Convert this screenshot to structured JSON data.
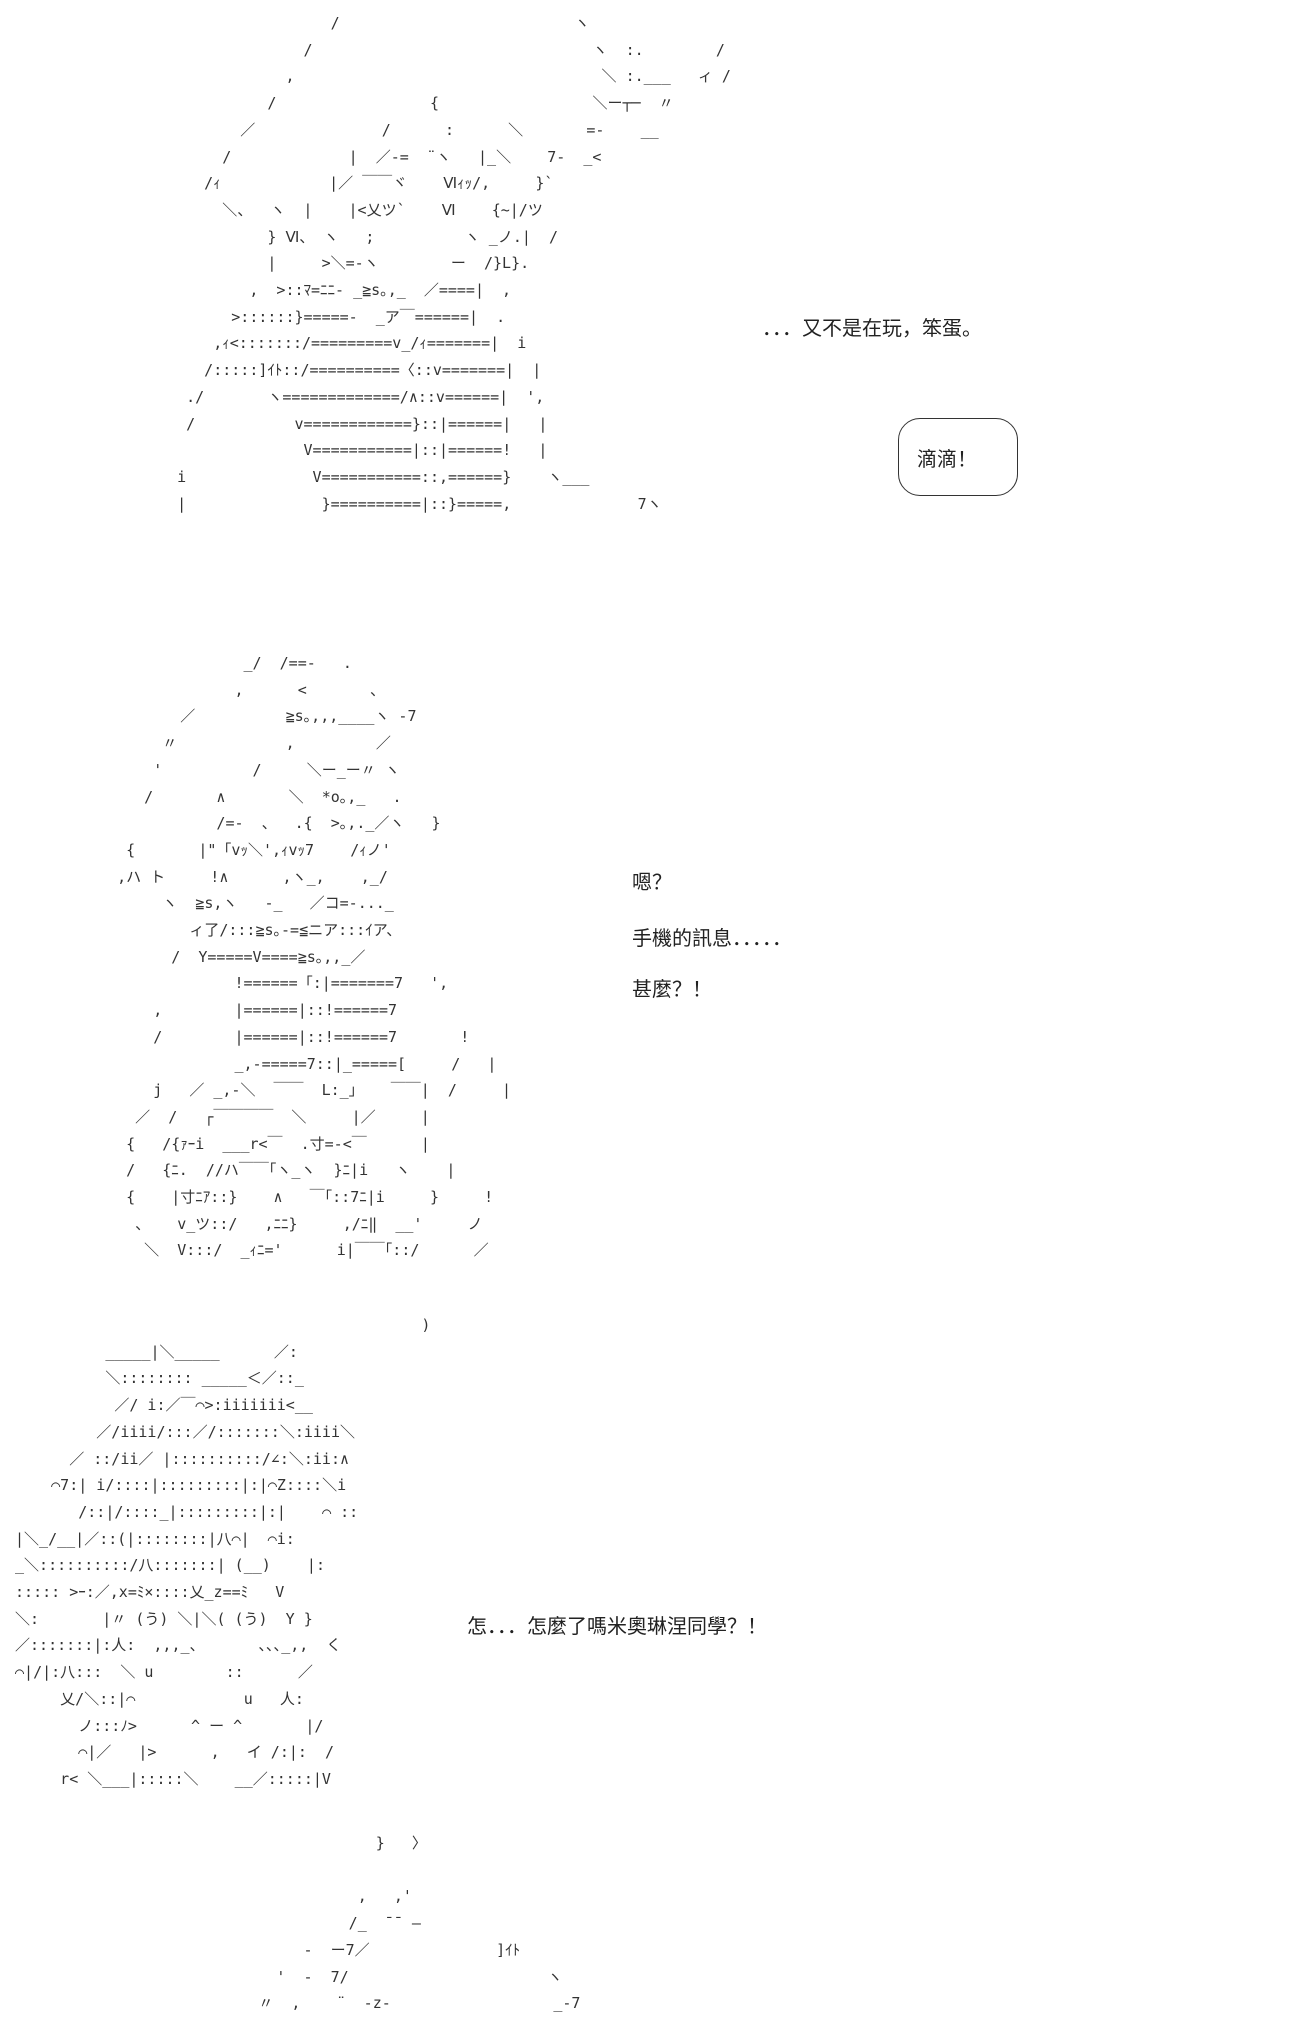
{
  "panels": [
    {
      "art": [
        "                    /                          ヽ",
        "                 /                               ヽ  :.        /",
        "               ,                                  ＼ :.___   ィ /",
        "             /                 {                 ＼ー┬─  〃",
        "          ／              /      :      ＼       =-    __",
        "        /             |  ／-=  ¨ヽ   |_＼    7-  _<",
        "      /ｨ            |／ ￣￣ヾ    Ⅵｨｯ/,     }`",
        "        ＼、  ヽ  |    |<乂ツ`    Ⅵ    {~|/ツ",
        "             } Ⅵ、 ヽ   ;          ヽ _ノ.|  /",
        "             |     >＼=-ヽ        ー  /}L}.",
        "           ,  >::ﾏ=ﾆﾆ- _≧s｡,_  ／====|  ,",
        "         >::::::}=====-  _ア￣======|  .",
        "       ,ｨ<:::::::/=========v_/ｨ=======|  i",
        "      /:::::]ｲﾄ::/==========〈::v=======|  |",
        "    ./       ヽ=============/∧::v======|  ',",
        "    /           v============}::|======|   |",
        "                 V===========|::|======!   |",
        "   i              V===========::,======}    ヽ___",
        "   |               }==========|::}=====,              7ヽ"
      ],
      "dialogue": "．．．又不是在玩，笨蛋。",
      "bubble": "滴滴！"
    },
    {
      "art": [
        "                 _/  /==-   .",
        "                ,      <       、",
        "          ／          ≧s｡,,,____ヽ -7",
        "        〃            ,         ／",
        "       '          /     ＼ー_ー〃 ヽ",
        "      /       ∧       ＼  *o｡,_   .",
        "              /=-  、  .{  >｡,._／ヽ   }",
        "    {       |\"「vｯ＼',ｨvｯ7    /ｨノ'",
        "   ,ハ ト     !∧      ,ヽ_,    ,_/",
        "        ヽ  ≧s,ヽ   -_   ／コ=-..._",
        "           ィ了/:::≧s｡-=≦ニア:::ｲア、",
        "         /  Y=====V====≧s｡,,_／",
        "                !======「:|=======7   ',",
        "       ,        |======|::!======7",
        "       /        |======|::!======7       !",
        "                _,-=====7::|_=====[     /   |",
        "       j   ／ _,-＼  ￣￣  L:_」   ￣￣|  /     |",
        "     ／  /   ┌￣￣￣￣  ＼     |／     |",
        "    {   /{ｧｰi  ___r<￣  .寸=-<￣      |",
        "    /   {ﾆ.  //ハ￣￣｢ヽ_ヽ  }ﾆ|i   ヽ    |",
        "    {    |寸ﾆｱ::}    ∧   ￣｢::7ﾆ|i     }     !",
        "     、   v_ツ::/   ,ﾆﾆ}     ,/ﾆ‖  __'     ノ",
        "      ＼  V:::/  _ｨﾆ='      i|￣￣｢::/      ／"
      ],
      "dialogue": [
        "嗯？",
        "手機的訊息．．．．．",
        "甚麼？！"
      ]
    },
    {
      "art": [
        "                                              )",
        "           _____|＼_____      ／:",
        "           ＼:::::::: _____＜／::_",
        "            ／/ i:／￣⌒>:iiiiiii<__",
        "          ／/iiii/:::／/:::::::＼:iiii＼",
        "       ／ ::/ii／ |::::::::::/∠:＼:ii:∧",
        "     ⌒7:| i/::::|:::::::::|:|⌒Z::::＼i",
        "        /::|/::::_|:::::::::|:|    ⌒ ::",
        " |＼_/__|／::(|::::::::|八⌒|  ⌒i:",
        " _＼::::::::::/八:::::::| (__)    |:",
        " ::::: >ｰ:／,x=ﾐ×::::乂_z==ﾐ   V",
        " ＼:       |〃 (う) ＼|＼( (う)  Y }",
        " ／:::::::|:人:  ,,,_、      ､､､_,,  く",
        " ⌒|/|:八:::  ＼ u        ::      ／",
        "      乂/＼::|⌒            u   人:",
        "        ノ:::ﾉ>      ^ ー ^       |/",
        "        ⌒|／   |>      ,   イ /:|:  /",
        "      r< ＼___|:::::＼    __／:::::|V"
      ],
      "dialogue": "怎．．．怎麼了嗎米奧琳涅同學？！"
    },
    {
      "art": [
        "                         }   〉",
        "",
        "                       ,   ,'",
        "                      /_  ̄ ̄  ―   ",
        "                 -  ー7／              ]ｲﾄ",
        "              '  -  7/                      ヽ",
        "            〃  ,    ¨  -z-                  _-7"
      ]
    }
  ]
}
